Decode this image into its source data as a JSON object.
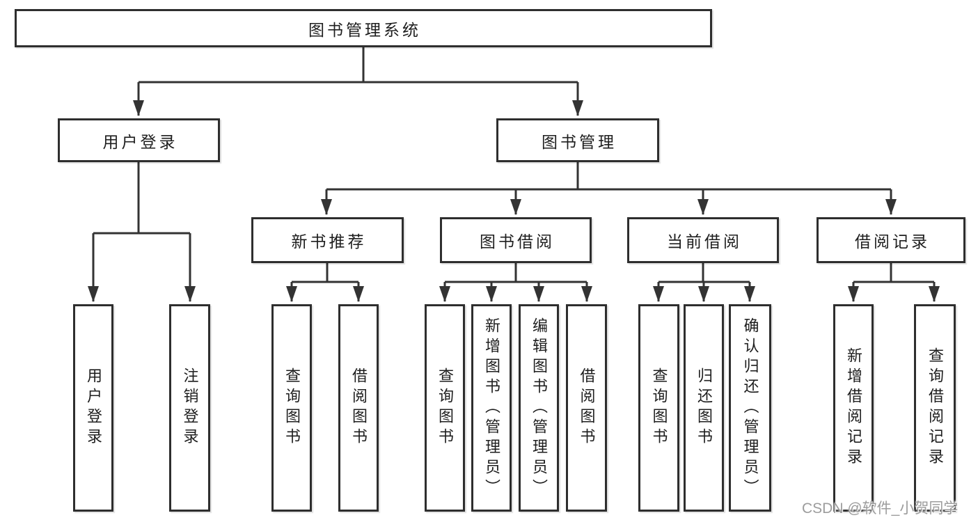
{
  "tree": {
    "root": {
      "label": "图书管理系统"
    },
    "children": [
      {
        "label": "用户登录",
        "children": [
          {
            "label": "用户登录"
          },
          {
            "label": "注销登录"
          }
        ]
      },
      {
        "label": "图书管理",
        "children": [
          {
            "label": "新书推荐",
            "children": [
              {
                "label": "查询图书"
              },
              {
                "label": "借阅图书"
              }
            ]
          },
          {
            "label": "图书借阅",
            "children": [
              {
                "label": "查询图书"
              },
              {
                "label": "新增图书（管理员）"
              },
              {
                "label": "编辑图书（管理员）"
              },
              {
                "label": "借阅图书"
              }
            ]
          },
          {
            "label": "当前借阅",
            "children": [
              {
                "label": "查询图书"
              },
              {
                "label": "归还图书"
              },
              {
                "label": "确认归还（管理员）"
              }
            ]
          },
          {
            "label": "借阅记录",
            "children": [
              {
                "label": "新增借阅记录"
              },
              {
                "label": "查询借阅记录"
              }
            ]
          }
        ]
      }
    ]
  },
  "watermark": {
    "text": "CSDN @软件_小贺同学"
  },
  "colors": {
    "line": "#333333",
    "box_border": "#2e2e2e",
    "text": "#1e1e1e",
    "watermark_text": "#9c9c9c",
    "background": "#ffffff"
  }
}
